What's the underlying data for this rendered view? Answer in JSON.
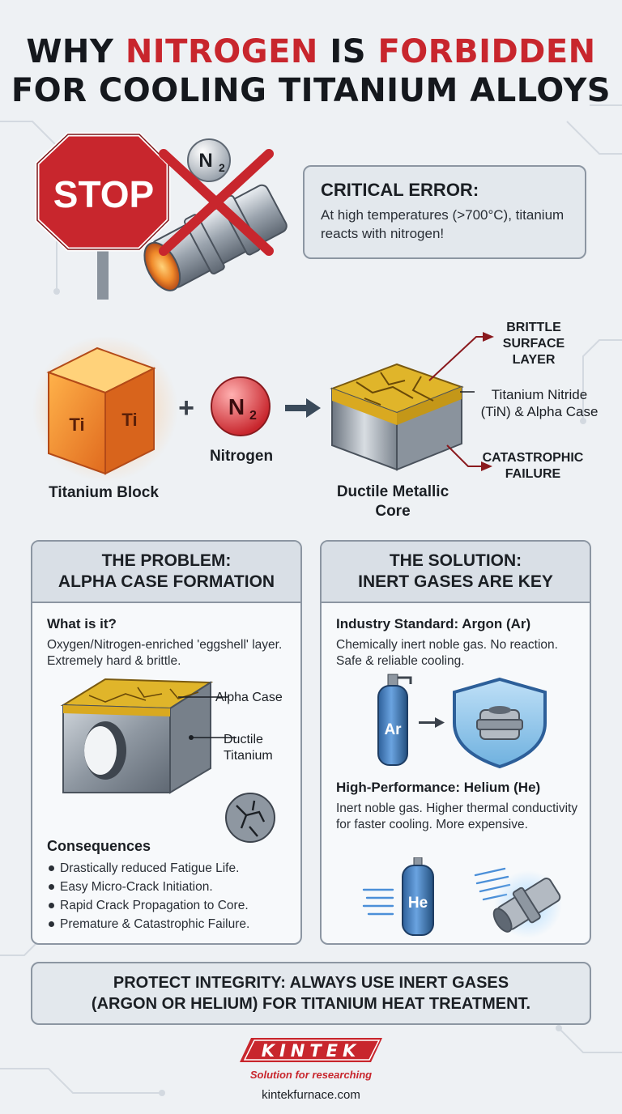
{
  "title": {
    "line1_pre": "WHY ",
    "line1_red1": "NITROGEN",
    "line1_mid": " IS ",
    "line1_red2": "FORBIDDEN",
    "line2": "FOR COOLING TITANIUM ALLOYS"
  },
  "stop_sign": {
    "text": "STOP",
    "molecule": "N",
    "molecule_sub": "2"
  },
  "critical": {
    "heading": "CRITICAL ERROR:",
    "text": "At high temperatures (>700°C), titanium reacts with nitrogen!"
  },
  "reaction": {
    "block_symbol": "Ti",
    "block_label": "Titanium Block",
    "plus": "+",
    "gas_symbol": "N",
    "gas_sub": "2",
    "gas_label": "Nitrogen",
    "core_label": "Ductile Metallic Core",
    "callout_brittle": [
      "BRITTLE",
      "SURFACE",
      "LAYER"
    ],
    "callout_nitride": [
      "Titanium Nitride",
      "(TiN) & Alpha Case"
    ],
    "callout_failure": [
      "CATASTROPHIC",
      "FAILURE"
    ]
  },
  "problem": {
    "heading": [
      "THE PROBLEM:",
      "ALPHA CASE FORMATION"
    ],
    "what_title": "What is it?",
    "what_text": "Oxygen/Nitrogen-enriched 'eggshell' layer. Extremely hard & brittle.",
    "label_alpha": "Alpha Case",
    "label_ductile": [
      "Ductile",
      "Titanium"
    ],
    "consequences_title": "Consequences",
    "consequences": [
      "Drastically reduced Fatigue Life.",
      "Easy Micro-Crack Initiation.",
      "Rapid Crack Propagation to Core.",
      "Premature & Catastrophic Failure."
    ]
  },
  "solution": {
    "heading": [
      "THE SOLUTION:",
      "INERT GASES ARE KEY"
    ],
    "argon_title": "Industry Standard: Argon (Ar)",
    "argon_text": "Chemically inert noble gas. No reaction. Safe & reliable cooling.",
    "argon_symbol": "Ar",
    "helium_title": "High-Performance: Helium (He)",
    "helium_text": "Inert noble gas. Higher thermal conductivity for faster cooling. More expensive.",
    "helium_symbol": "He"
  },
  "footer": {
    "line1": "PROTECT INTEGRITY: ALWAYS USE INERT GASES",
    "line2": "(ARGON OR HELIUM) FOR TITANIUM HEAT TREATMENT.",
    "brand": "KINTEK",
    "tagline": "Solution for researching",
    "url": "kintekfurnace.com"
  },
  "colors": {
    "red": "#c8262d",
    "panel_border": "#8c96a2",
    "panel_head": "#d9dfe6",
    "gold": "#e0b52a",
    "steel": "#9aa3ad",
    "gas_blue": "#3f7fc4"
  }
}
